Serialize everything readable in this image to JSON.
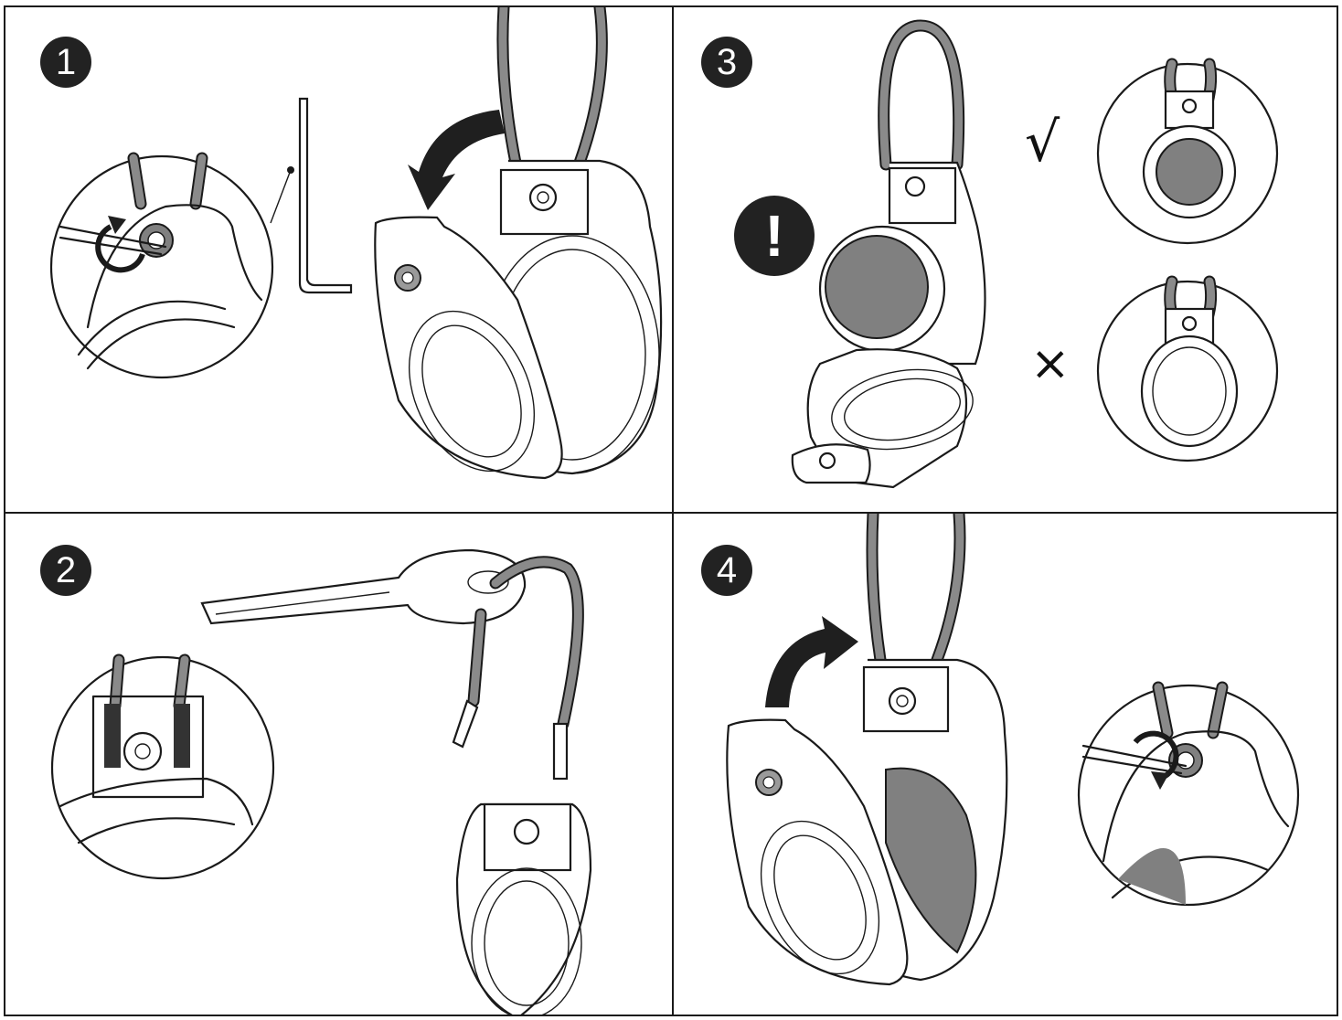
{
  "steps": [
    {
      "number": "1",
      "label": "step-1"
    },
    {
      "number": "2",
      "label": "step-2"
    },
    {
      "number": "3",
      "label": "step-3"
    },
    {
      "number": "4",
      "label": "step-4"
    }
  ],
  "warning_symbol": "!",
  "correct_symbol": "√",
  "incorrect_symbol": "×",
  "colors": {
    "line": "#1a1a1a",
    "cable": "#8a8a8a",
    "airtag": "#808080",
    "badge": "#222222",
    "background": "#ffffff"
  }
}
